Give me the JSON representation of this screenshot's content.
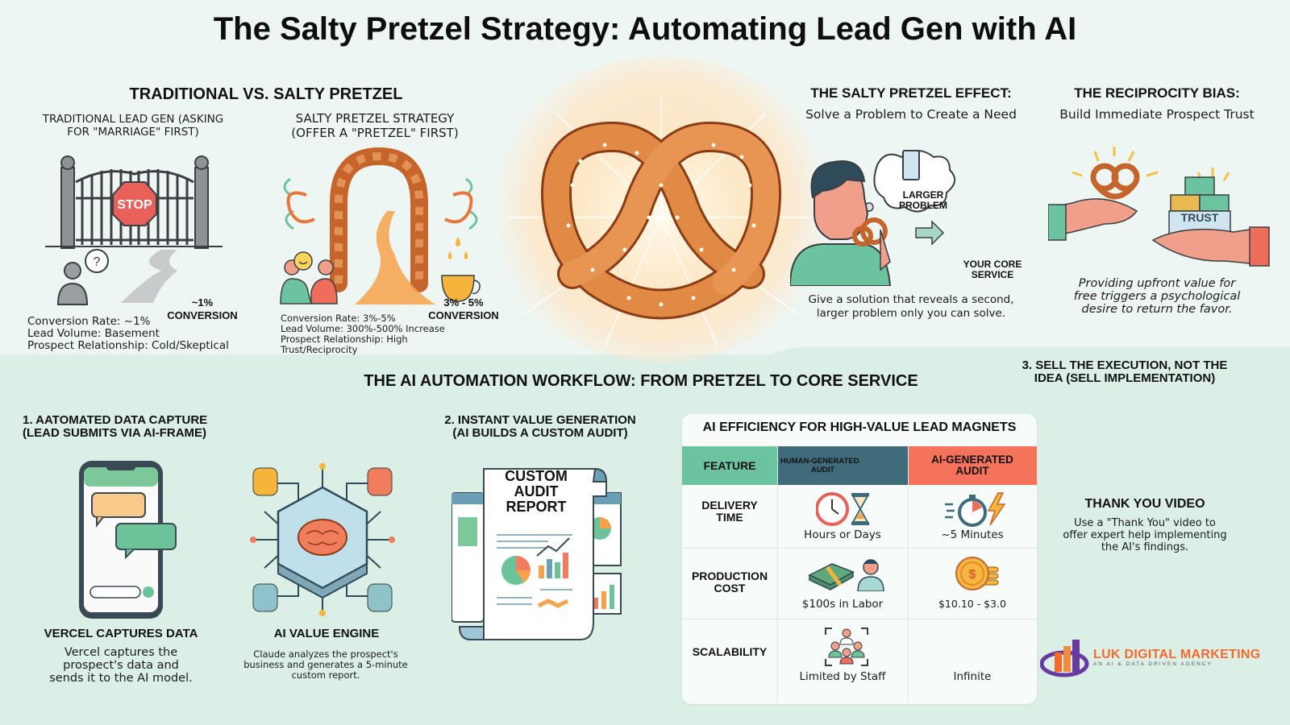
{
  "title": "The Salty Pretzel Strategy: Automating Lead Gen with AI",
  "comparison": {
    "heading": "TRADITIONAL VS. SALTY PRETZEL",
    "traditional": {
      "label_line1": "TRADITIONAL LEAD GEN (ASKING",
      "label_line2": "FOR \"MARRIAGE\" FIRST)",
      "stop_sign": "STOP",
      "conversion_value": "~1%",
      "conversion_label": "CONVERSION",
      "stats": [
        "Conversion Rate: ~1%",
        "Lead Volume: Basement",
        "Prospect Relationship: Cold/Skeptical"
      ]
    },
    "pretzel": {
      "label_line1": "SALTY PRETZEL STRATEGY",
      "label_line2": "(OFFER A \"PRETZEL\" FIRST)",
      "conversion_value": "3% - 5%",
      "conversion_label": "CONVERSION",
      "stats": [
        "Conversion Rate: 3%-5%",
        "Lead Volume: 300%-500% Increase",
        "Prospect Relationship: High",
        "Trust/Reciprocity"
      ]
    }
  },
  "effect": {
    "heading": "THE SALTY PRETZEL EFFECT:",
    "subheading": "Solve a Problem to Create a Need",
    "larger_problem_line1": "LARGER",
    "larger_problem_line2": "PROBLEM",
    "core_service_line1": "YOUR CORE",
    "core_service_line2": "SERVICE",
    "caption_line1": "Give a solution that reveals a second,",
    "caption_line2": "larger problem only you can solve."
  },
  "reciprocity": {
    "heading": "THE RECIPROCITY BIAS:",
    "subheading": "Build Immediate Prospect Trust",
    "trust_label": "TRUST",
    "caption_line1": "Providing upfront value for",
    "caption_line2": "free triggers a psychological",
    "caption_line3": "desire to return the favor."
  },
  "workflow": {
    "heading": "THE AI AUTOMATION WORKFLOW: FROM PRETZEL TO CORE SERVICE",
    "step1": {
      "heading_line1": "1. AATOMATED DATA CAPTURE",
      "heading_line2": "(LEAD SUBMITS VIA AI-FRAME)",
      "card1_title": "VERCEL CAPTURES DATA",
      "card1_line1": "Vercel captures the",
      "card1_line2": "prospect's data and",
      "card1_line3": "sends it to the AI model.",
      "card2_title": "AI VALUE ENGINE",
      "card2_line1": "Claude analyzes the prospect's",
      "card2_line2": "business and generates a 5-minute",
      "card2_line3": "custom report."
    },
    "step2": {
      "heading_line1": "2. INSTANT VALUE GENERATION",
      "heading_line2": "(AI BUILDS A CUSTOM AUDIT)",
      "report_line1": "CUSTOM",
      "report_line2": "AUDIT",
      "report_line3": "REPORT"
    },
    "step3": {
      "heading_line1": "3. SELL THE EXECUTION, NOT THE",
      "heading_line2": "IDEA (SELL IMPLEMENTATION)",
      "video_title": "THANK YOU VIDEO",
      "video_line1": "Use a \"Thank You\" video to",
      "video_line2": "offer expert help implementing",
      "video_line3": "the AI's findings."
    }
  },
  "efficiency_table": {
    "title": "AI EFFICIENCY FOR HIGH-VALUE LEAD MAGNETS",
    "headers": {
      "feature": "FEATURE",
      "human_line1": "HUMAN-GENERATED",
      "human_line2": "AUDIT",
      "ai_line1": "AI-GENERATED",
      "ai_line2": "AUDIT"
    },
    "rows": [
      {
        "feature_line1": "DELIVERY",
        "feature_line2": "TIME",
        "human": "Hours or Days",
        "ai": "~5 Minutes",
        "human_icon": "clock-hourglass-icon",
        "ai_icon": "stopwatch-lightning-icon"
      },
      {
        "feature_line1": "PRODUCTION",
        "feature_line2": "COST",
        "human": "$100s in Labor",
        "ai": "$10.10 - $3.0",
        "human_icon": "cash-worker-icon",
        "ai_icon": "coins-icon"
      },
      {
        "feature_line1": "SCALABILITY",
        "feature_line2": "",
        "human": "Limited by Staff",
        "ai": "Infinite",
        "human_icon": "team-icon",
        "ai_icon": ""
      }
    ],
    "colors": {
      "feature_header": "#6cc3a0",
      "human_header": "#3f6b7a",
      "ai_header": "#f4735a"
    }
  },
  "logo": {
    "name": "LUK DIGITAL MARKETING",
    "tagline": "AN AI & DATA DRIVEN AGENCY",
    "colors": {
      "text": "#f26b2d",
      "ring": "#6a3aa0"
    }
  }
}
